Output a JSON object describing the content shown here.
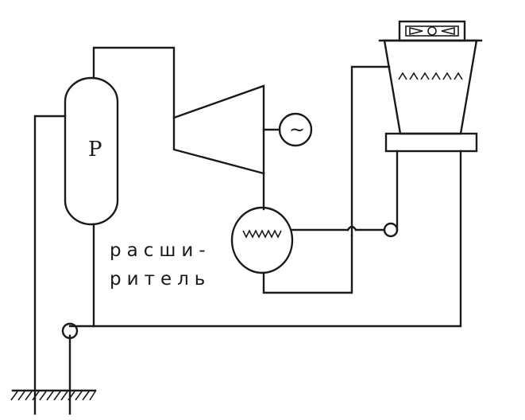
{
  "diagram": {
    "separator_label": "Р",
    "expander_label_line1": "расши-",
    "expander_label_line2": "ритель",
    "generator_symbol": "~"
  }
}
